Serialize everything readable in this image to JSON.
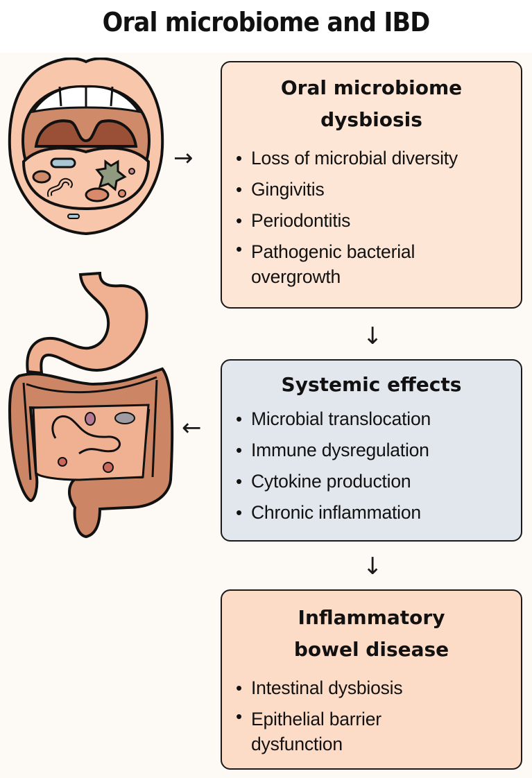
{
  "title": "Oral microbiome and IBD",
  "colors": {
    "background": "#fdf9f4",
    "box_peach": "#fde6d6",
    "box_blue": "#e2e7ee",
    "box_ibd": "#fddcc7",
    "outline": "#1a1a1a"
  },
  "illustrations": {
    "mouth": "open-mouth-icon",
    "digestive_tract": "stomach-intestines-icon"
  },
  "arrows": {
    "mouth_to_dysbiosis": "→",
    "dysbiosis_to_systemic": "↓",
    "systemic_to_gut": "←",
    "systemic_to_ibd": "↓"
  },
  "boxes": [
    {
      "title_lines": [
        "Oral microbiome",
        "dysbiosis"
      ],
      "items": [
        "Loss of microbial diversity",
        "Gingivitis",
        "Periodontitis",
        "Pathogenic bacterial overgrowth"
      ]
    },
    {
      "title_lines": [
        "Systemic effects"
      ],
      "items": [
        "Microbial translocation",
        "Immune dysregulation",
        "Cytokine production",
        "Chronic inflammation"
      ]
    },
    {
      "title_lines": [
        "Inflammatory",
        "bowel disease"
      ],
      "items": [
        "Intestinal dysbiosis",
        "Epithelial barrier dysfunction"
      ]
    }
  ]
}
